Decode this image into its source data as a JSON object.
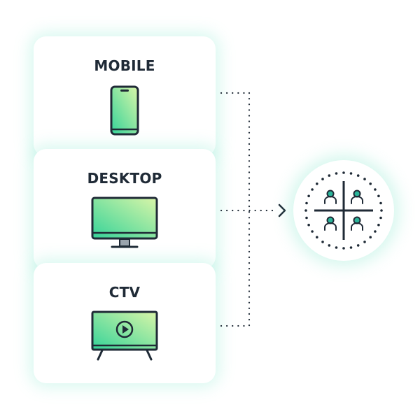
{
  "cards": [
    {
      "label": "MOBILE",
      "icon": "smartphone-icon"
    },
    {
      "label": "DESKTOP",
      "icon": "desktop-monitor-icon"
    },
    {
      "label": "CTV",
      "icon": "tv-play-icon"
    }
  ],
  "audience": {
    "icon": "audience-quadrant-icon"
  },
  "colors": {
    "outline": "#1f2a36",
    "gradient_start": "#34d399",
    "gradient_end": "#d9f5a8",
    "glow": "#7ee6c8",
    "person_fill": "#2bb59a"
  }
}
